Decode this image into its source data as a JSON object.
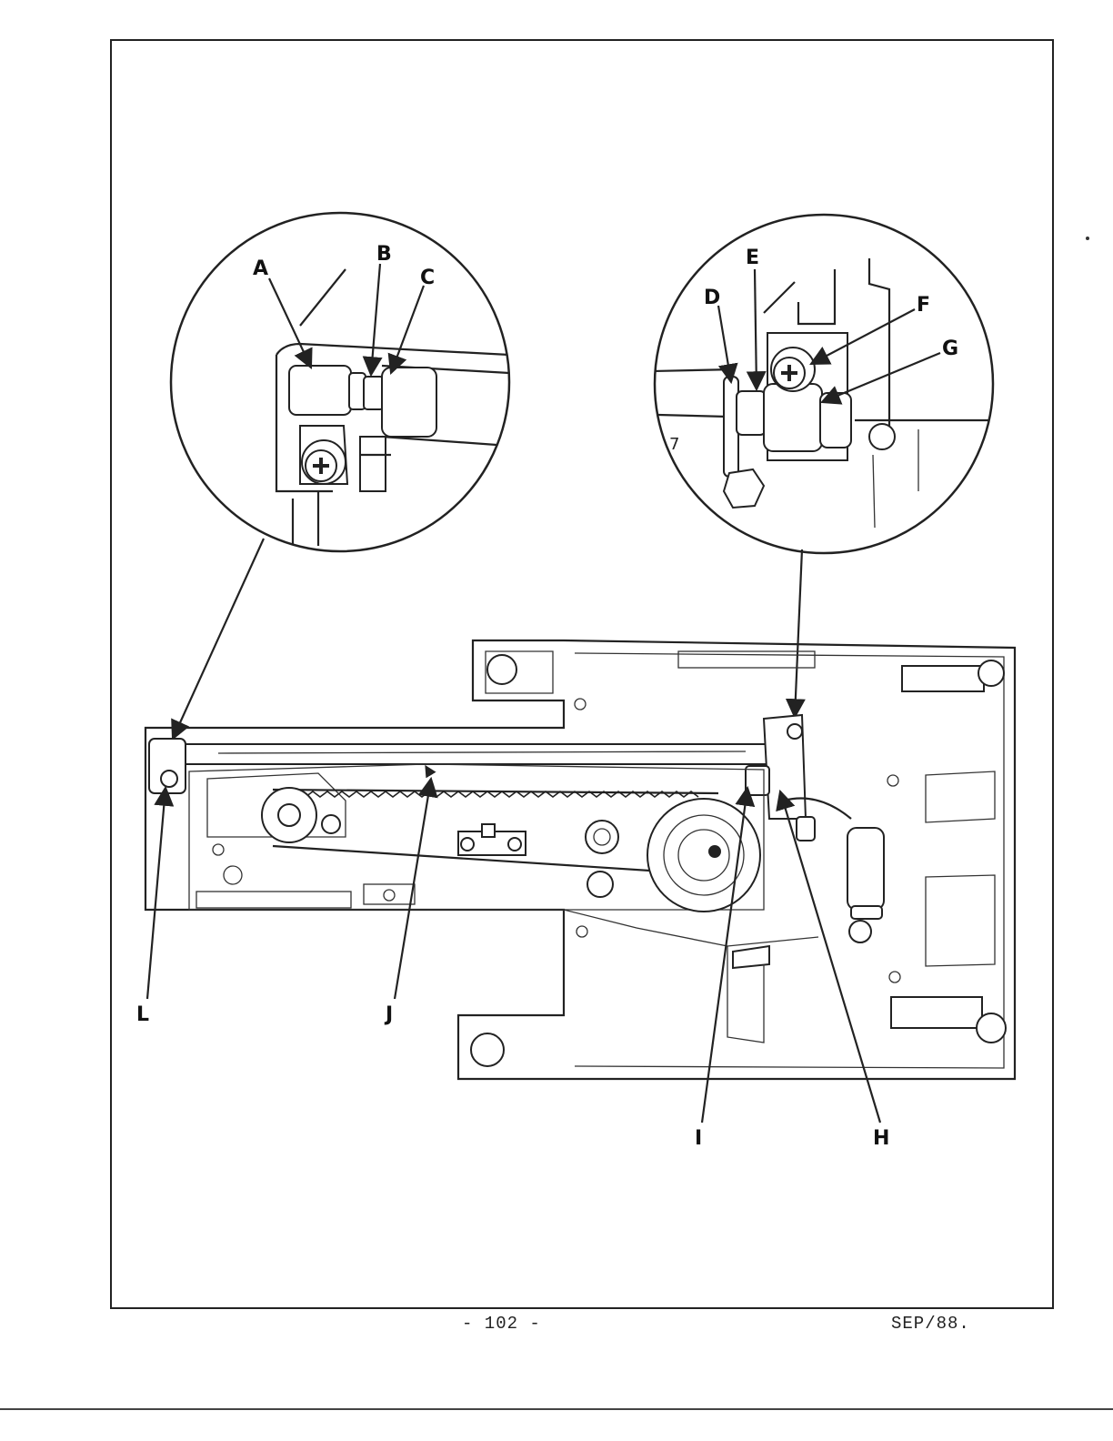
{
  "figure": {
    "callouts": {
      "A": "A",
      "B": "B",
      "C": "C",
      "D": "D",
      "E": "E",
      "F": "F",
      "G": "G",
      "H": "H",
      "I": "I",
      "J": "J",
      "L": "L"
    }
  },
  "footer": {
    "page_number": "- 102 -",
    "date": "SEP/88."
  }
}
